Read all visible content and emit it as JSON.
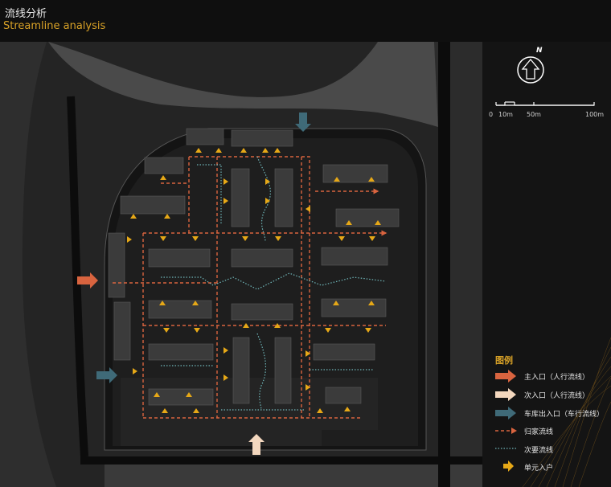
{
  "header": {
    "title_cn": "流线分析",
    "title_en": "Streamline analysis"
  },
  "compass": {
    "north_label": "N"
  },
  "scale_bar": {
    "labels": [
      "0",
      "10m",
      "50m",
      "100m"
    ]
  },
  "legend": {
    "title": "图例",
    "items": [
      {
        "label": "主入口（人行流线）",
        "icon": "arrow-main-entrance-icon",
        "color": "#d9643f"
      },
      {
        "label": "次入口（人行流线）",
        "icon": "arrow-secondary-entrance-icon",
        "color": "#f3d7be"
      },
      {
        "label": "车库出入口（车行流线）",
        "icon": "arrow-garage-entrance-icon",
        "color": "#3f6a78"
      },
      {
        "label": "归家流线",
        "icon": "dashed-arrow-home-route-icon",
        "color": "#d9643f"
      },
      {
        "label": "次要流线",
        "icon": "dotted-line-secondary-route-icon",
        "color": "#6fb5b8"
      },
      {
        "label": "单元入户",
        "icon": "unit-entry-arrow-icon",
        "color": "#e6a817"
      }
    ]
  },
  "colors": {
    "main_route": "#d9643f",
    "secondary_route": "#6fb5b8",
    "unit_entry": "#e6a817",
    "garage": "#3f6a78",
    "secondary_entrance": "#f3d7be",
    "accent": "#d9a227"
  }
}
